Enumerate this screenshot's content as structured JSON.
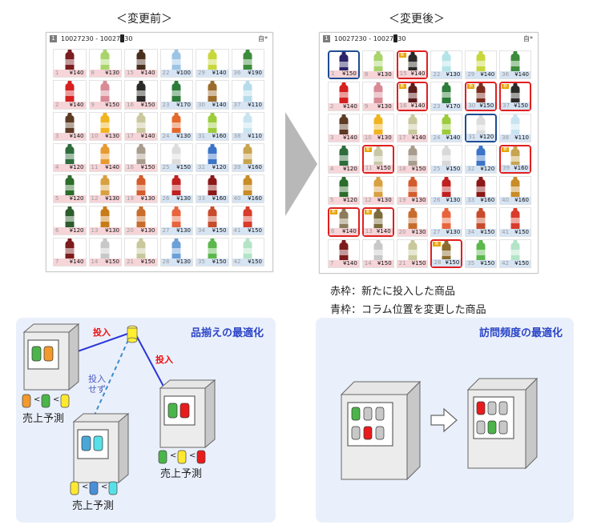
{
  "captions": {
    "before": "＜変更前＞",
    "after": "＜変更後＞"
  },
  "panel_header": {
    "num": "1",
    "code": "10027230 - 10027230",
    "settings": "自*"
  },
  "before": {
    "cells": [
      {
        "n": "1",
        "p": "¥140",
        "c": "#7a1e20",
        "s": "pink"
      },
      {
        "n": "8",
        "p": "¥130",
        "c": "#a8d46a",
        "s": "pink"
      },
      {
        "n": "15",
        "p": "¥140",
        "c": "#4a2e1c",
        "s": "pink"
      },
      {
        "n": "22",
        "p": "¥100",
        "c": "#9cc4e4",
        "s": "blue"
      },
      {
        "n": "29",
        "p": "¥140",
        "c": "#c8d83c",
        "s": "blue"
      },
      {
        "n": "36",
        "p": "¥190",
        "c": "#3c8c3c",
        "s": "blue"
      },
      {
        "n": "2",
        "p": "¥140",
        "c": "#d62020",
        "s": "pink"
      },
      {
        "n": "9",
        "p": "¥150",
        "c": "#d88a96",
        "s": "pink"
      },
      {
        "n": "16",
        "p": "¥150",
        "c": "#2c2a28",
        "s": "pink"
      },
      {
        "n": "23",
        "p": "¥170",
        "c": "#2e7c3a",
        "s": "blue"
      },
      {
        "n": "30",
        "p": "¥140",
        "c": "#9c6c2c",
        "s": "blue"
      },
      {
        "n": "37",
        "p": "¥110",
        "c": "#b6dcec",
        "s": "blue"
      },
      {
        "n": "3",
        "p": "¥140",
        "c": "#5c3a24",
        "s": "pink"
      },
      {
        "n": "10",
        "p": "¥130",
        "c": "#f0b420",
        "s": "pink"
      },
      {
        "n": "17",
        "p": "¥140",
        "c": "#c8c89c",
        "s": "pink"
      },
      {
        "n": "24",
        "p": "¥130",
        "c": "#e4682c",
        "s": "blue"
      },
      {
        "n": "31",
        "p": "¥160",
        "c": "#9ccc3c",
        "s": "blue"
      },
      {
        "n": "38",
        "p": "¥110",
        "c": "#c8e4f0",
        "s": "blue"
      },
      {
        "n": "4",
        "p": "¥120",
        "c": "#2e6c3c",
        "s": "pink"
      },
      {
        "n": "11",
        "p": "¥140",
        "c": "#e89a30",
        "s": "pink"
      },
      {
        "n": "18",
        "p": "¥150",
        "c": "#a89c8c",
        "s": "pink"
      },
      {
        "n": "25",
        "p": "¥150",
        "c": "#dcdcdc",
        "s": "blue"
      },
      {
        "n": "32",
        "p": "¥120",
        "c": "#3c74c8",
        "s": "blue"
      },
      {
        "n": "39",
        "p": "¥160",
        "c": "#c8a450",
        "s": "blue"
      },
      {
        "n": "5",
        "p": "¥120",
        "c": "#2c6c2c",
        "s": "pink"
      },
      {
        "n": "12",
        "p": "¥130",
        "c": "#d8a040",
        "s": "pink"
      },
      {
        "n": "19",
        "p": "¥130",
        "c": "#d45c2c",
        "s": "pink"
      },
      {
        "n": "26",
        "p": "¥130",
        "c": "#c02020",
        "s": "blue"
      },
      {
        "n": "33",
        "p": "¥160",
        "c": "#8c1818",
        "s": "blue"
      },
      {
        "n": "40",
        "p": "¥160",
        "c": "#c88c28",
        "s": "blue"
      },
      {
        "n": "6",
        "p": "¥120",
        "c": "#2c5c2c",
        "s": "pink"
      },
      {
        "n": "13",
        "p": "¥130",
        "c": "#c87c18",
        "s": "pink"
      },
      {
        "n": "20",
        "p": "¥130",
        "c": "#c86c2c",
        "s": "pink"
      },
      {
        "n": "27",
        "p": "¥130",
        "c": "#e8643c",
        "s": "blue"
      },
      {
        "n": "34",
        "p": "¥150",
        "c": "#c84c2c",
        "s": "blue"
      },
      {
        "n": "41",
        "p": "¥150",
        "c": "#d83c2c",
        "s": "blue"
      },
      {
        "n": "7",
        "p": "¥140",
        "c": "#7c1c1c",
        "s": "pink"
      },
      {
        "n": "14",
        "p": "¥150",
        "c": "#c8c8c8",
        "s": "pink"
      },
      {
        "n": "21",
        "p": "¥150",
        "c": "#c8c89c",
        "s": "pink"
      },
      {
        "n": "28",
        "p": "¥130",
        "c": "#6ca0d8",
        "s": "blue"
      },
      {
        "n": "35",
        "p": "¥150",
        "c": "#5cb84c",
        "s": "blue"
      },
      {
        "n": "42",
        "p": "¥150",
        "c": "#b4e4c8",
        "s": "blue"
      }
    ]
  },
  "after": {
    "cells": [
      {
        "n": "1",
        "p": "¥150",
        "c": "#2c2468",
        "s": "pink",
        "b": "navy"
      },
      {
        "n": "8",
        "p": "¥130",
        "c": "#a8d46a",
        "s": "pink"
      },
      {
        "n": "15",
        "p": "¥140",
        "c": "#2c2a28",
        "s": "pink",
        "b": "red",
        "tag": "新"
      },
      {
        "n": "22",
        "p": "¥130",
        "c": "#b4e4e8",
        "s": "blue"
      },
      {
        "n": "29",
        "p": "¥140",
        "c": "#c8d83c",
        "s": "blue"
      },
      {
        "n": "36",
        "p": "¥140",
        "c": "#3c8c3c",
        "s": "blue"
      },
      {
        "n": "2",
        "p": "¥140",
        "c": "#d62020",
        "s": "pink"
      },
      {
        "n": "9",
        "p": "¥130",
        "c": "#d88a96",
        "s": "pink"
      },
      {
        "n": "16",
        "p": "¥140",
        "c": "#5c1c1c",
        "s": "pink",
        "b": "red",
        "tag": "新"
      },
      {
        "n": "23",
        "p": "¥170",
        "c": "#2e7c3a",
        "s": "blue"
      },
      {
        "n": "30",
        "p": "¥150",
        "c": "#7c2c1c",
        "s": "blue",
        "b": "red",
        "tag": "新"
      },
      {
        "n": "37",
        "p": "¥150",
        "c": "#2c2a28",
        "s": "blue",
        "b": "red",
        "tag": "新"
      },
      {
        "n": "3",
        "p": "¥140",
        "c": "#5c3a24",
        "s": "pink"
      },
      {
        "n": "10",
        "p": "¥130",
        "c": "#f0b420",
        "s": "pink"
      },
      {
        "n": "17",
        "p": "¥140",
        "c": "#c8c89c",
        "s": "pink"
      },
      {
        "n": "24",
        "p": "¥140",
        "c": "#9ccc3c",
        "s": "blue"
      },
      {
        "n": "31",
        "p": "¥120",
        "c": "#dcdcdc",
        "s": "blue",
        "b": "navy"
      },
      {
        "n": "38",
        "p": "¥110",
        "c": "#c8e4f0",
        "s": "blue"
      },
      {
        "n": "4",
        "p": "¥120",
        "c": "#2e6c3c",
        "s": "pink"
      },
      {
        "n": "11",
        "p": "¥150",
        "c": "#c8c8a8",
        "s": "pink",
        "b": "red",
        "tag": "新"
      },
      {
        "n": "18",
        "p": "¥150",
        "c": "#a89c8c",
        "s": "pink"
      },
      {
        "n": "25",
        "p": "¥150",
        "c": "#d8d8d8",
        "s": "blue"
      },
      {
        "n": "32",
        "p": "¥120",
        "c": "#3c74c8",
        "s": "blue"
      },
      {
        "n": "39",
        "p": "¥160",
        "c": "#c8a450",
        "s": "blue",
        "b": "red",
        "tag": "新"
      },
      {
        "n": "5",
        "p": "¥120",
        "c": "#2c6c2c",
        "s": "pink"
      },
      {
        "n": "12",
        "p": "¥130",
        "c": "#d8a040",
        "s": "pink"
      },
      {
        "n": "19",
        "p": "¥130",
        "c": "#d45c2c",
        "s": "pink"
      },
      {
        "n": "26",
        "p": "¥130",
        "c": "#c02020",
        "s": "blue"
      },
      {
        "n": "33",
        "p": "¥160",
        "c": "#8c1818",
        "s": "blue"
      },
      {
        "n": "40",
        "p": "¥160",
        "c": "#c88c28",
        "s": "blue"
      },
      {
        "n": "6",
        "p": "¥140",
        "c": "#8c7c5c",
        "s": "pink",
        "b": "red",
        "tag": "新"
      },
      {
        "n": "13",
        "p": "¥140",
        "c": "#7c6c3c",
        "s": "pink",
        "b": "red",
        "tag": "新"
      },
      {
        "n": "20",
        "p": "¥130",
        "c": "#c86c2c",
        "s": "pink"
      },
      {
        "n": "27",
        "p": "¥130",
        "c": "#e8643c",
        "s": "blue"
      },
      {
        "n": "34",
        "p": "¥150",
        "c": "#c84c2c",
        "s": "blue"
      },
      {
        "n": "41",
        "p": "¥150",
        "c": "#d83c2c",
        "s": "blue"
      },
      {
        "n": "7",
        "p": "¥140",
        "c": "#7c1c1c",
        "s": "pink"
      },
      {
        "n": "14",
        "p": "¥150",
        "c": "#c8c8c8",
        "s": "pink"
      },
      {
        "n": "21",
        "p": "¥150",
        "c": "#c8c89c",
        "s": "pink"
      },
      {
        "n": "28",
        "p": "¥150",
        "c": "#8c6c2c",
        "s": "blue",
        "b": "red",
        "tag": "新"
      },
      {
        "n": "35",
        "p": "¥150",
        "c": "#5cb84c",
        "s": "blue"
      },
      {
        "n": "42",
        "p": "¥150",
        "c": "#b4e4c8",
        "s": "blue"
      }
    ]
  },
  "legend": {
    "red": "赤枠：新たに投入した商品",
    "blue": "青枠：コラム位置を変更した商品"
  },
  "left_diagram": {
    "title": "品揃えの最適化",
    "label_in1": "投入",
    "label_in2": "投入",
    "label_notin": "投入\nせず",
    "forecast": "売上予測",
    "lt": "<"
  },
  "right_diagram": {
    "title": "訪問頻度の最適化"
  },
  "colors": {
    "red_frame": "#e02020",
    "blue_frame": "#1f4c92",
    "diagram_bg": "#eaf0fb",
    "title_blue": "#2d46c8"
  }
}
